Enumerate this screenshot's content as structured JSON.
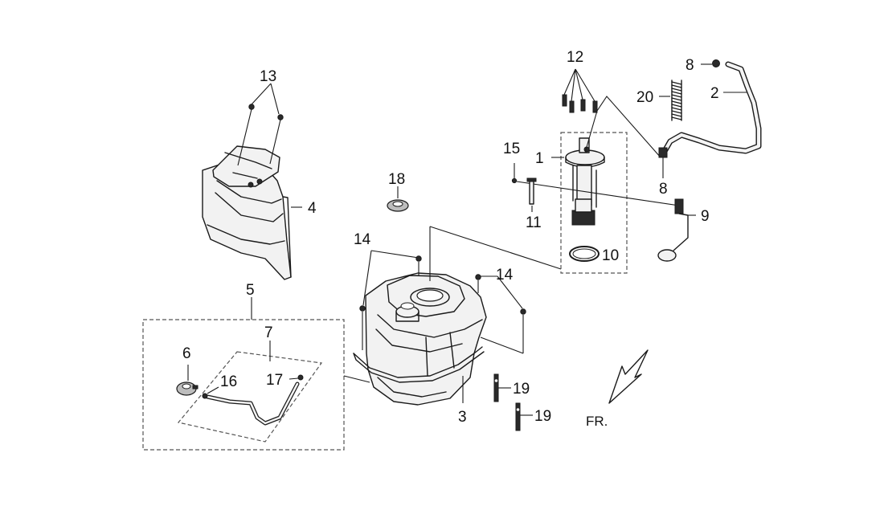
{
  "callouts": {
    "c1": "1",
    "c2": "2",
    "c3": "3",
    "c4": "4",
    "c5": "5",
    "c6": "6",
    "c7": "7",
    "c8a": "8",
    "c8b": "8",
    "c9": "9",
    "c10": "10",
    "c11": "11",
    "c12": "12",
    "c13": "13",
    "c14a": "14",
    "c14b": "14",
    "c15": "15",
    "c16": "16",
    "c17": "17",
    "c18": "18",
    "c19a": "19",
    "c19b": "19",
    "c20": "20"
  },
  "direction_label": "FR."
}
